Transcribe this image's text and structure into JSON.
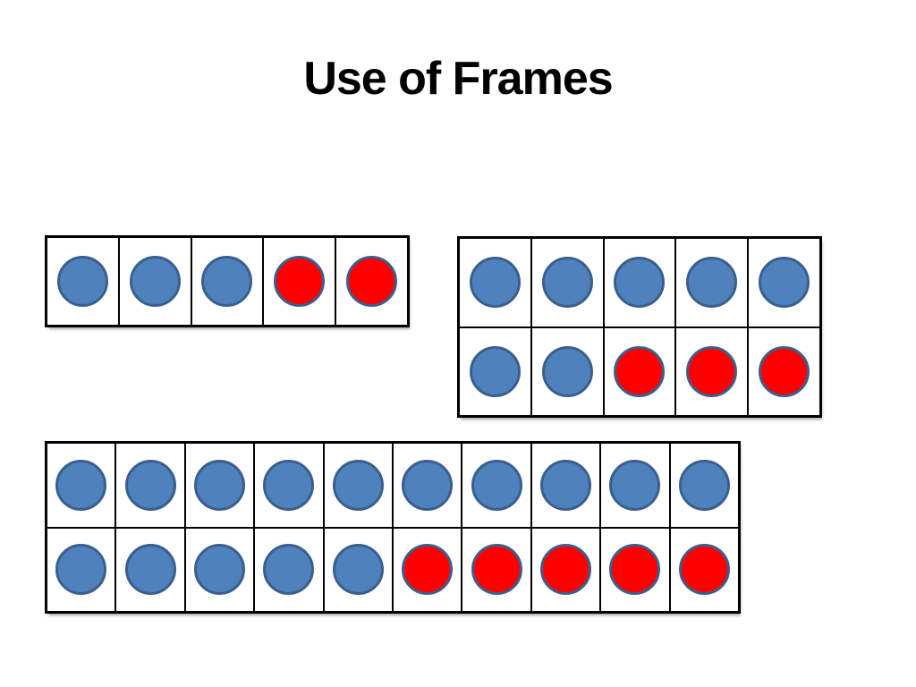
{
  "slide": {
    "title": "Use of Frames"
  },
  "colors": {
    "background": "#ffffff",
    "frame_line": "#000000",
    "counter_outline": "#3a5f8d",
    "counter_blue_fill": "#4f81bd",
    "counter_red_fill": "#ff0000"
  },
  "frames": [
    {
      "label": "five-frame",
      "rows": 1,
      "cols": 5,
      "counters": [
        "blue",
        "blue",
        "blue",
        "red",
        "red"
      ]
    },
    {
      "label": "ten-frame",
      "rows": 2,
      "cols": 5,
      "counters": [
        "blue",
        "blue",
        "blue",
        "blue",
        "blue",
        "blue",
        "blue",
        "red",
        "red",
        "red"
      ]
    },
    {
      "label": "double-ten-frame",
      "rows": 2,
      "cols": 10,
      "counters": [
        "blue",
        "blue",
        "blue",
        "blue",
        "blue",
        "blue",
        "blue",
        "blue",
        "blue",
        "blue",
        "blue",
        "blue",
        "blue",
        "blue",
        "blue",
        "red",
        "red",
        "red",
        "red",
        "red"
      ]
    }
  ]
}
